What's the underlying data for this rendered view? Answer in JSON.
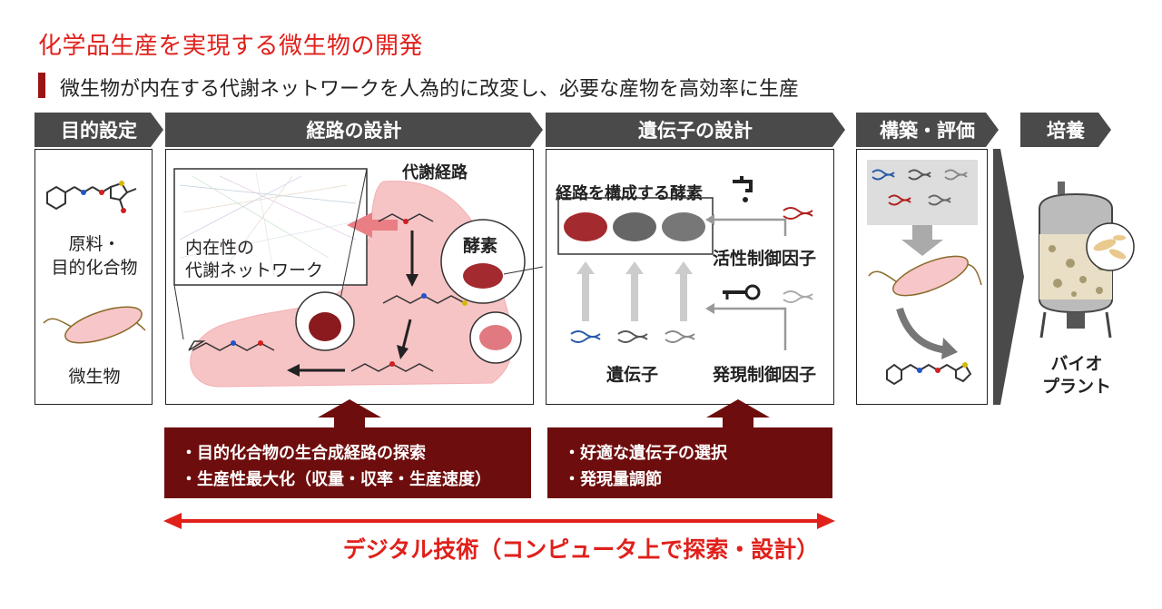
{
  "title": "化学品生産を実現する微生物の開発",
  "subtitle": "微生物が内在する代謝ネットワークを人為的に改変し、必要な産物を高効率に生産",
  "stages": [
    {
      "label": "目的設定"
    },
    {
      "label": "経路の設計"
    },
    {
      "label": "遺伝子の設計"
    },
    {
      "label": "構築・評価"
    },
    {
      "label": "培養"
    }
  ],
  "goal_panel": {
    "raw_material": "原料・",
    "target_compound": "目的化合物",
    "microbe": "微生物"
  },
  "pathway_panel": {
    "metabolic_pathway": "代謝経路",
    "network_line1": "内在性の",
    "network_line2": "代謝ネットワーク",
    "enzyme": "酵素"
  },
  "gene_panel": {
    "pathway_enzymes": "経路を構成する酵素",
    "activity_factor": "活性制御因子",
    "gene": "遺伝子",
    "expression_factor": "発現制御因子"
  },
  "plant": {
    "line1": "バイオ",
    "line2": "プラント"
  },
  "pathway_tasks": [
    "目的化合物の生合成経路の探索",
    "生産性最大化（収量・収率・生産速度）"
  ],
  "gene_tasks": [
    "好適な遺伝子の選択",
    "発現量調節"
  ],
  "bullet": "・",
  "digital_tech": "デジタル技術（コンピュータ上で探索・設計）",
  "colors": {
    "title_red": "#e0201b",
    "header_gray": "#4a4a4a",
    "task_box": "#6e0d0d",
    "pathway_pink": "#f7c4c6",
    "enzyme_red": "#a32a2e"
  }
}
